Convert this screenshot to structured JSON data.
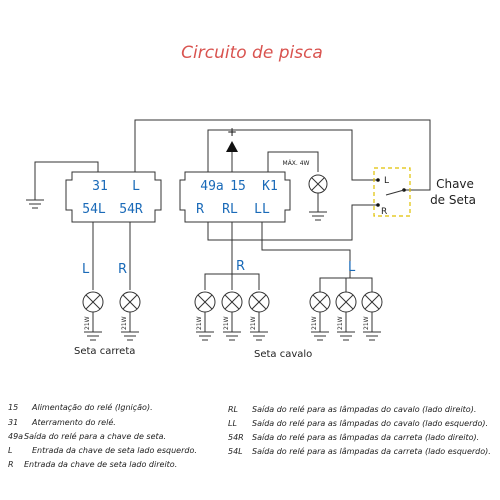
{
  "title": "Circuito de pisca",
  "relay_left": {
    "top_pins": [
      "31",
      "L"
    ],
    "bottom_pins": [
      "54L",
      "54R"
    ]
  },
  "relay_right": {
    "top_pins": [
      "49a",
      "15",
      "K1"
    ],
    "bottom_pins": [
      "R",
      "RL",
      "LL"
    ]
  },
  "max_label": "MÁX. 4W",
  "switch": {
    "label_line1": "Chave",
    "label_line2": "de Seta",
    "pos_top": "L",
    "pos_bottom": "R"
  },
  "branches": {
    "carreta_left": "L",
    "carreta_right": "R",
    "cavalo": "R",
    "right_group": "L"
  },
  "lamp_rating": "21W",
  "groups": {
    "carreta": "Seta carreta",
    "cavalo": "Seta cavalo"
  },
  "legend_left": [
    {
      "code": "15",
      "text": "Alimentação do relé (Ignição)."
    },
    {
      "code": "31",
      "text": "Aterramento do relé."
    },
    {
      "code": "49a",
      "text": "Saída do relé para a chave de seta."
    },
    {
      "code": "L",
      "text": "Entrada da chave de seta lado esquerdo."
    },
    {
      "code": "R",
      "text": "Entrada da chave de seta lado direito."
    }
  ],
  "legend_right": [
    {
      "code": "RL",
      "text": "Saída do relé para as lâmpadas do cavalo (lado direito)."
    },
    {
      "code": "LL",
      "text": "Saída do relé para as lâmpadas do cavalo (lado esquerdo)."
    },
    {
      "code": "54R",
      "text": "Saída do relé para as lâmpadas da carreta (lado direito)."
    },
    {
      "code": "54L",
      "text": "Saída do relé para as lâmpadas da carreta (lado esquerdo)."
    }
  ]
}
